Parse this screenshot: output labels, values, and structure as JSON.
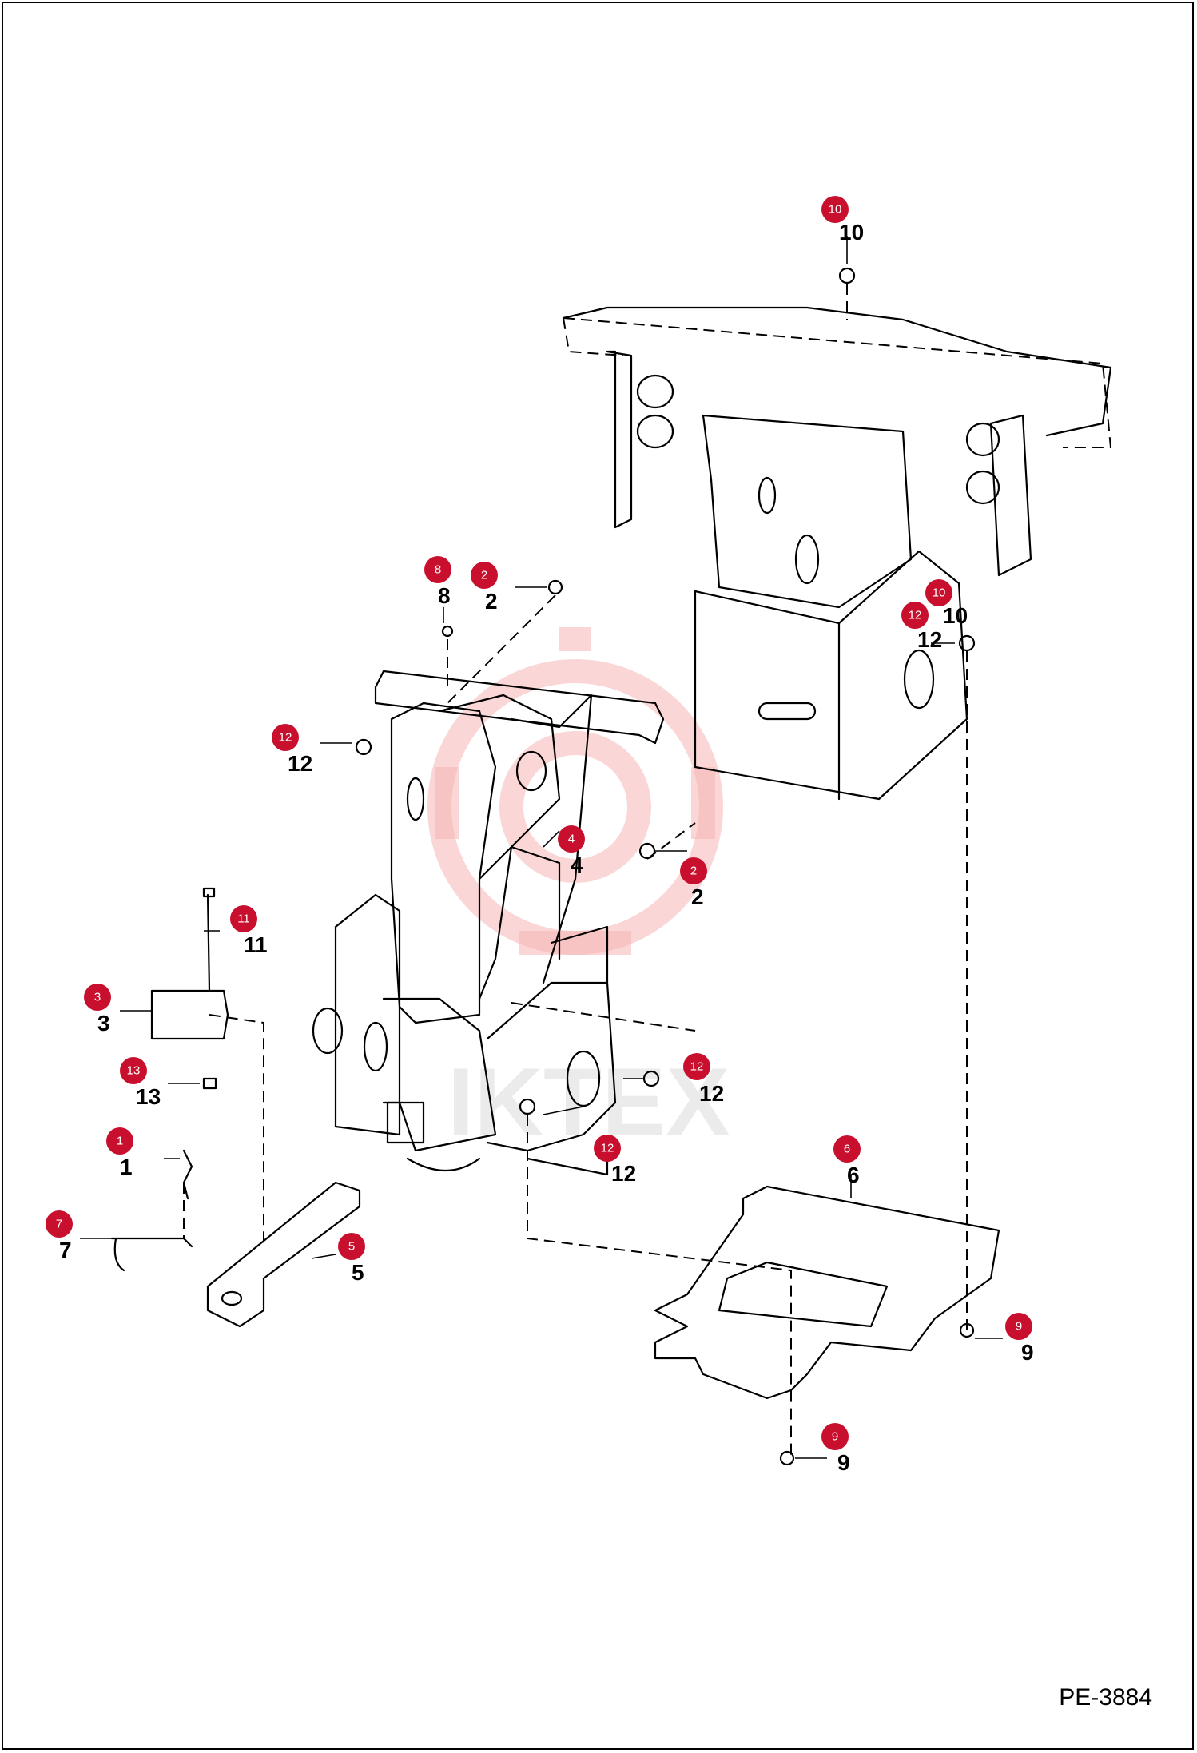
{
  "diagram_code": "PE-3884",
  "watermark_text": "IKTEX",
  "callouts": [
    {
      "id": "c10a",
      "bubble": "10",
      "label": "10"
    },
    {
      "id": "c8",
      "bubble": "8",
      "label": "8"
    },
    {
      "id": "c2a",
      "bubble": "2",
      "label": "2"
    },
    {
      "id": "c10b",
      "bubble": "10",
      "label": "10"
    },
    {
      "id": "c12a",
      "bubble": "12",
      "label": "12"
    },
    {
      "id": "c12b",
      "bubble": "12",
      "label": "12"
    },
    {
      "id": "c4",
      "bubble": "4",
      "label": "4"
    },
    {
      "id": "c2b",
      "bubble": "2",
      "label": "2"
    },
    {
      "id": "c11",
      "bubble": "11",
      "label": "11"
    },
    {
      "id": "c3",
      "bubble": "3",
      "label": "3"
    },
    {
      "id": "c13",
      "bubble": "13",
      "label": "13"
    },
    {
      "id": "c12c",
      "bubble": "12",
      "label": "12"
    },
    {
      "id": "c12d",
      "bubble": "12",
      "label": "12"
    },
    {
      "id": "c1",
      "bubble": "1",
      "label": "1"
    },
    {
      "id": "c6",
      "bubble": "6",
      "label": "6"
    },
    {
      "id": "c7",
      "bubble": "7",
      "label": "7"
    },
    {
      "id": "c5",
      "bubble": "5",
      "label": "5"
    },
    {
      "id": "c9a",
      "bubble": "9",
      "label": "9"
    },
    {
      "id": "c9b",
      "bubble": "9",
      "label": "9"
    }
  ],
  "colors": {
    "callout_fill": "#c8102e",
    "watermark": "#f6b4b4"
  }
}
